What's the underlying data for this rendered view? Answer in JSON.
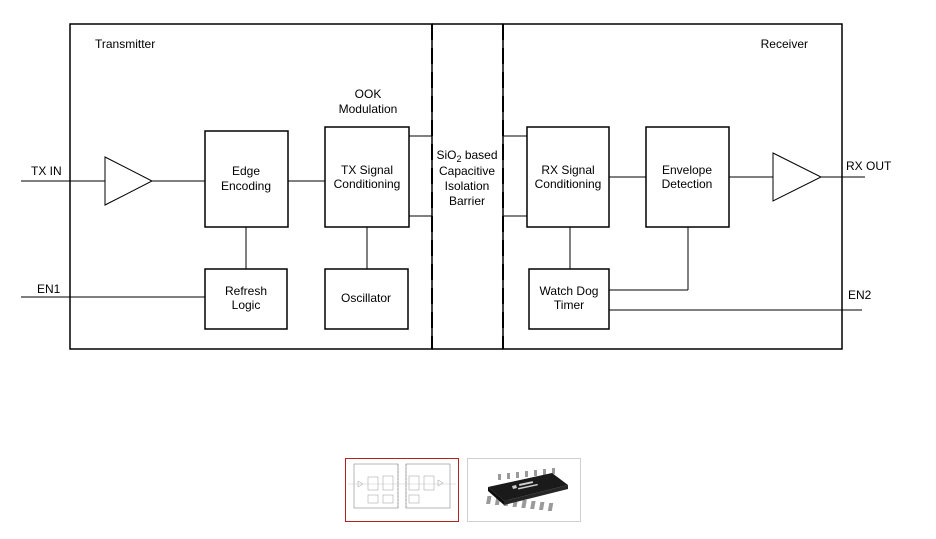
{
  "diagram": {
    "sections": {
      "transmitter": "Transmitter",
      "receiver": "Receiver"
    },
    "signals": {
      "tx_in": "TX IN",
      "rx_out": "RX OUT",
      "en1": "EN1",
      "en2": "EN2"
    },
    "annotations": {
      "ook_line1": "OOK",
      "ook_line2": "Modulation"
    },
    "blocks": {
      "edge_encoding": [
        "Edge",
        "Encoding"
      ],
      "tx_signal_conditioning": [
        "TX Signal",
        "Conditioning"
      ],
      "refresh_logic": [
        "Refresh",
        "Logic"
      ],
      "oscillator": [
        "Oscillator"
      ],
      "rx_signal_conditioning": [
        "RX Signal",
        "Conditioning"
      ],
      "envelope_detection": [
        "Envelope",
        "Detection"
      ],
      "watch_dog_timer": [
        "Watch Dog",
        "Timer"
      ]
    },
    "barrier": {
      "line1_prefix": "SiO",
      "line1_sub": "2",
      "line1_suffix": " based",
      "line2": "Capacitive",
      "line3": "Isolation",
      "line4": "Barrier"
    }
  },
  "gallery": {
    "selected_index": 0,
    "thumbnails": [
      {
        "kind": "block-diagram"
      },
      {
        "kind": "chip-photo"
      }
    ]
  }
}
